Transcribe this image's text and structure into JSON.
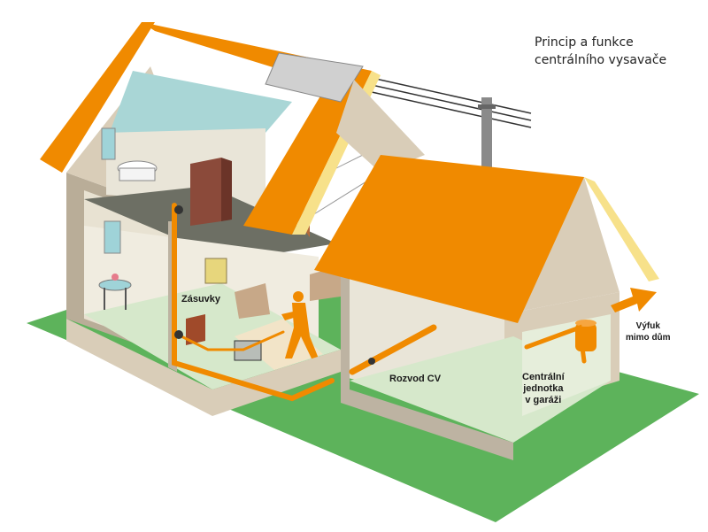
{
  "title": {
    "line1": "Princip a funkce",
    "line2": "centrálního vysavače"
  },
  "labels": {
    "zasuvky": "Zásuvky",
    "rozvod": "Rozvod CV",
    "jednotka_1": "Centrální",
    "jednotka_2": "jednotka",
    "jednotka_3": "v garáži",
    "vyfuk_1": "Výfuk",
    "vyfuk_2": "mimo dům"
  },
  "colors": {
    "roof": "#F08A00",
    "pipe": "#F08A00",
    "lawn": "#5DB35B",
    "wall": "#D9CDB8",
    "floor": "#CFE3C8"
  }
}
